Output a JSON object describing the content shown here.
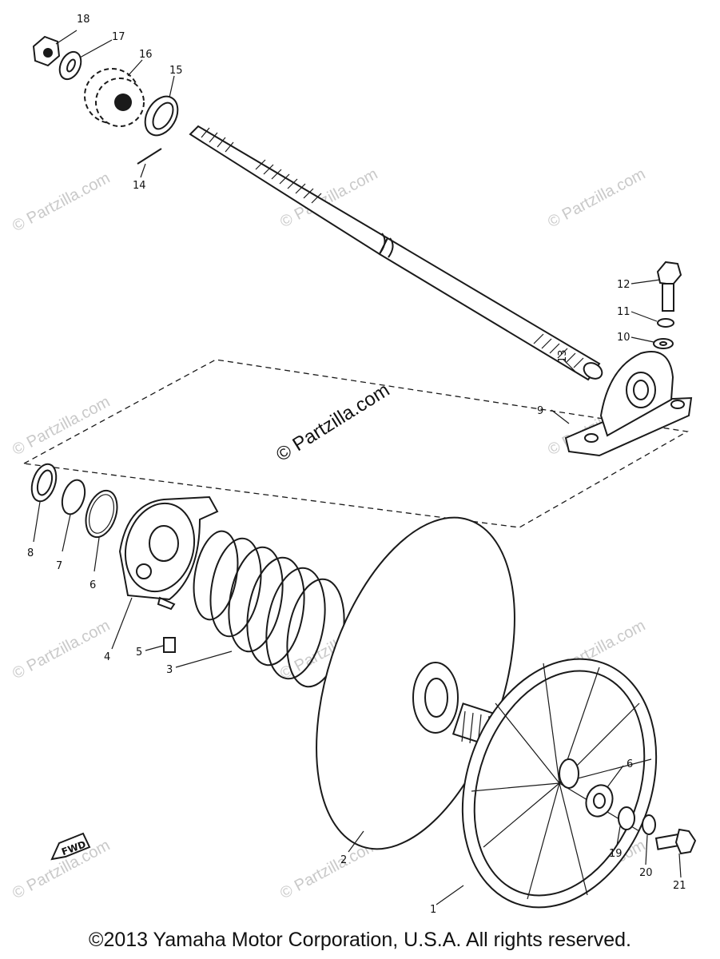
{
  "watermark": {
    "center_text": "© Partzilla.com",
    "tile_text": "© Partzilla.com"
  },
  "fwd_label": "FWD",
  "copyright": "©2013 Yamaha Motor Corporation, U.S.A. All rights reserved.",
  "callouts": {
    "c1": "1",
    "c2": "2",
    "c3": "3",
    "c4": "4",
    "c5": "5",
    "c6a": "6",
    "c6b": "6",
    "c7": "7",
    "c8": "8",
    "c9": "9",
    "c10": "10",
    "c11": "11",
    "c12": "12",
    "c13": "13",
    "c14": "14",
    "c15": "15",
    "c16": "16",
    "c17": "17",
    "c18": "18",
    "c19": "19",
    "c20": "20",
    "c21": "21"
  },
  "colors": {
    "ink": "#1a1a1a",
    "watermark": "#c9c9c9",
    "background": "#ffffff"
  }
}
